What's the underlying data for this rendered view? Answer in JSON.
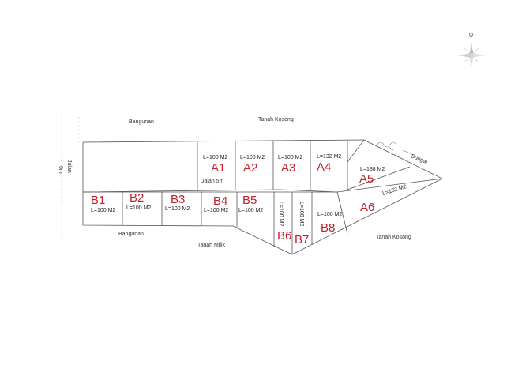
{
  "compass": {
    "north_label": "U",
    "icon": "compass-rose-icon"
  },
  "neighbors": {
    "top_left": "Bangunan",
    "top_right": "Tanah Kosong",
    "river": "Sungai",
    "bottom_left": "Bangunan",
    "bottom_middle": "Tanah Milik",
    "bottom_right": "Tanah Kosong",
    "side_road": "Jalan",
    "side_road_width": "6m"
  },
  "road": {
    "label": "Jalan 5m"
  },
  "plots_a": [
    {
      "id": "A1",
      "area": "L=100 M2"
    },
    {
      "id": "A2",
      "area": "L=100 M2"
    },
    {
      "id": "A3",
      "area": "L=100 M2"
    },
    {
      "id": "A4",
      "area": "L=132 M2"
    },
    {
      "id": "A5",
      "area": "L=138 M2"
    },
    {
      "id": "A6",
      "area": "L=182 M2"
    }
  ],
  "plots_b": [
    {
      "id": "B1",
      "area": "L=100 M2"
    },
    {
      "id": "B2",
      "area": "L=100 M2"
    },
    {
      "id": "B3",
      "area": "L=100 M2"
    },
    {
      "id": "B4",
      "area": "L=100 M2"
    },
    {
      "id": "B5",
      "area": "L=100 M2"
    },
    {
      "id": "B6",
      "area": "L=100 M2"
    },
    {
      "id": "B7",
      "area": "L=100 M2"
    },
    {
      "id": "B8",
      "area": "L=100 M2"
    }
  ],
  "colors": {
    "plot_label": "#c0202a",
    "line": "#555555"
  }
}
